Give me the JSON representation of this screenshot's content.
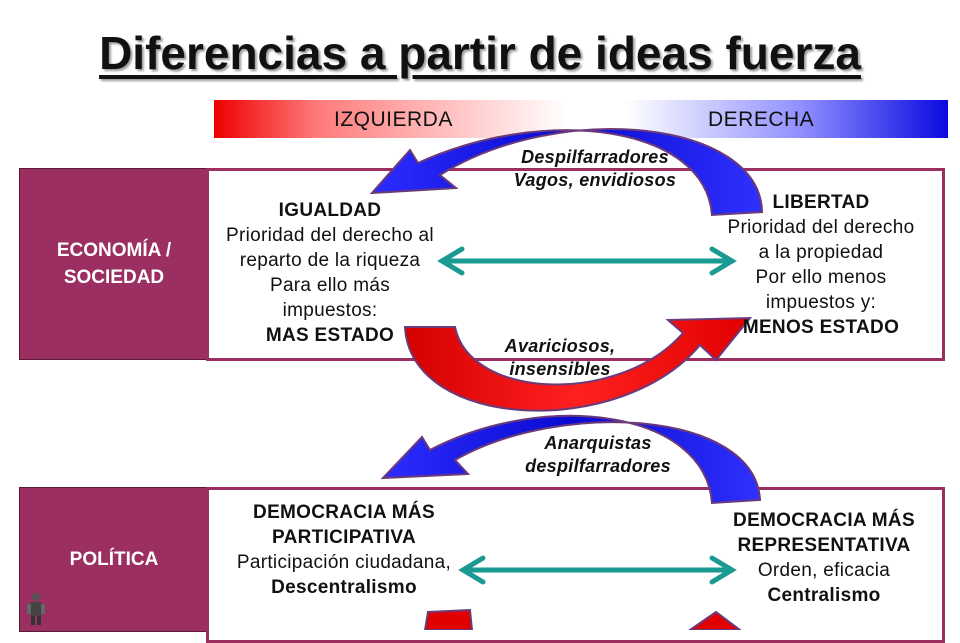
{
  "title": "Diferencias a partir de ideas fuerza",
  "spectrum": {
    "left_label": "IZQUIERDA",
    "right_label": "DERECHA"
  },
  "rows": {
    "economia": {
      "label_line1": "ECONOMÍA /",
      "label_line2": "SOCIEDAD",
      "left": {
        "heading": "IGUALDAD",
        "lines": [
          "Prioridad del derecho al",
          "reparto de la riqueza",
          "Para ello más",
          "impuestos:"
        ],
        "emphasis": "MAS ESTADO"
      },
      "right": {
        "heading": "LIBERTAD",
        "lines": [
          "Prioridad del derecho",
          "a la propiedad",
          "Por ello menos",
          "impuestos y:"
        ],
        "emphasis": "MENOS ESTADO"
      },
      "top_arrow_label": [
        "Despilfarradores",
        "Vagos, envidiosos"
      ],
      "bottom_arrow_label": [
        "Avariciosos,",
        "insensibles"
      ]
    },
    "politica": {
      "label": "POLÍTICA",
      "left": {
        "heading_line1": "DEMOCRACIA MÁS",
        "heading_line2": "PARTICIPATIVA",
        "line": "Participación ciudadana,",
        "emphasis": "Descentralismo"
      },
      "right": {
        "heading_line1": "DEMOCRACIA MÁS",
        "heading_line2": "REPRESENTATIVA",
        "line": "Orden, eficacia",
        "emphasis": "Centralismo"
      },
      "top_arrow_label": [
        "Anarquistas",
        "despilfarradores"
      ]
    }
  },
  "colors": {
    "left_red": "#e00000",
    "right_blue": "#1010d0",
    "panel_border": "#9b2f61",
    "connector_teal": "#1a9a92"
  }
}
